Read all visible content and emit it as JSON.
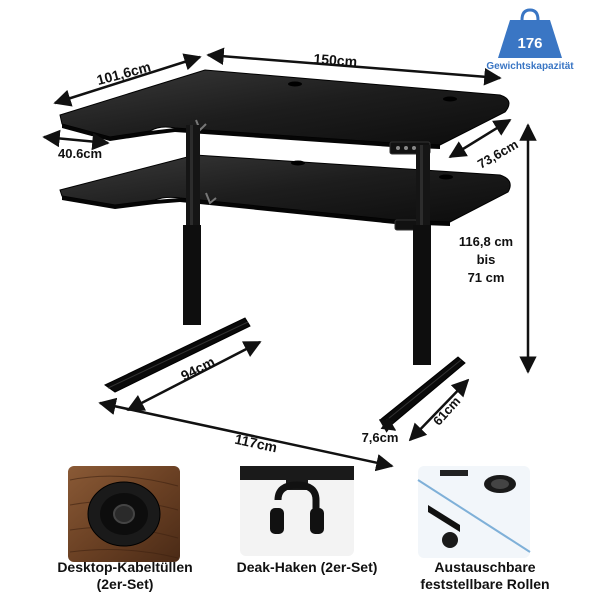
{
  "badge": {
    "weight": "176",
    "label": "Gewichtskapazität",
    "color": "#3a76c4"
  },
  "dimensions": {
    "width_top": "150cm",
    "width_left": "101,6cm",
    "depth_wing": "40.6cm",
    "depth_right": "73,6cm",
    "height_line1": "116,8 cm",
    "height_line2": "bis",
    "height_line3": "71 cm",
    "foot_left": "94cm",
    "foot_right": "61cm",
    "foot_width": "7,6cm",
    "base_span": "117cm"
  },
  "features": [
    {
      "line1": "Desktop-Kabeltüllen",
      "line2": "(2er-Set)"
    },
    {
      "line1": "Deak-Haken (2er-Set)",
      "line2": ""
    },
    {
      "line1": "Austauschbare",
      "line2": "feststellbare Rollen"
    }
  ]
}
